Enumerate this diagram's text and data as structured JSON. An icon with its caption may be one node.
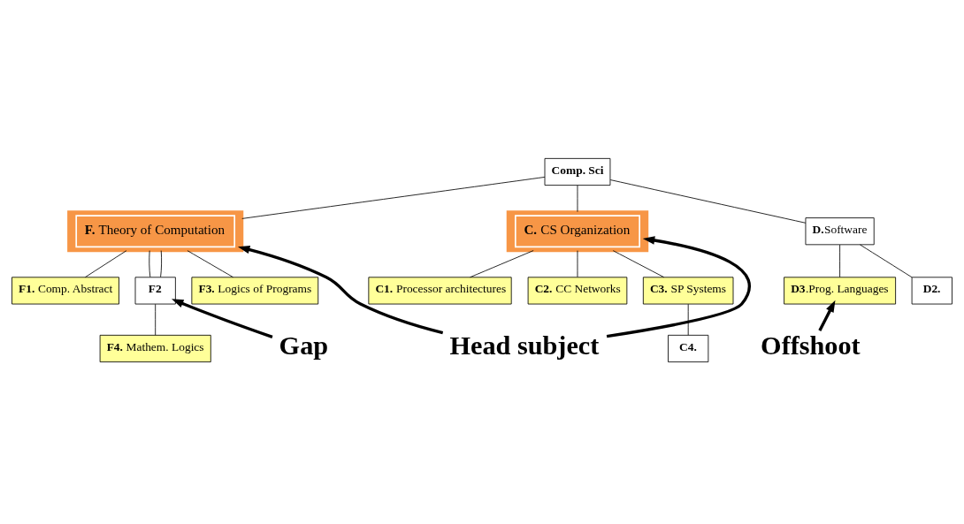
{
  "diagram": {
    "nodes": [
      {
        "text": [
          "**Comp. Sci**"
        ]
      },
      {
        "text": [
          "**F.** Theory of Computation"
        ]
      },
      {
        "text": [
          "**C.** CS Organization"
        ]
      },
      {
        "text": [
          "**D.**Software"
        ]
      },
      {
        "text": [
          "**F1.** Comp. Abstract"
        ]
      },
      {
        "text": [
          "**F2**"
        ]
      },
      {
        "text": [
          "**F3.** Logics of Programs"
        ]
      },
      {
        "text": [
          "**F4.** Mathem. Logics"
        ]
      },
      {
        "text": [
          "**C1.** Processor architectures"
        ]
      },
      {
        "text": [
          "**C2.** CC Networks"
        ]
      },
      {
        "text": [
          "**C3.** SP Systems"
        ]
      },
      {
        "text": [
          "**C4.**"
        ]
      },
      {
        "text": [
          "**D3**.Prog. Languages"
        ]
      },
      {
        "text": [
          "**D2.**"
        ]
      },
      {
        "text": [
          "**Head subject**"
        ]
      },
      {
        "text": [
          "**Gap**"
        ]
      },
      {
        "text": [
          "**Offshoot**"
        ]
      }
    ],
    "edges": [
      {
        "from": 0,
        "to": 1,
        "arrow": "none"
      },
      {
        "from": 0,
        "to": 2,
        "arrow": "none"
      },
      {
        "from": 0,
        "to": 3,
        "arrow": "none"
      },
      {
        "from": 1,
        "to": 4,
        "arrow": "none"
      },
      {
        "from": 1,
        "to": 6,
        "arrow": "none"
      },
      {
        "from": 1,
        "to": 5,
        "arrow": "none"
      },
      {
        "from": 1,
        "to": 5,
        "arrow": "none"
      },
      {
        "from": 5,
        "to": 7,
        "arrow": "none"
      },
      {
        "from": 2,
        "to": 8,
        "arrow": "none"
      },
      {
        "from": 2,
        "to": 9,
        "arrow": "none"
      },
      {
        "from": 2,
        "to": 10,
        "arrow": "none"
      },
      {
        "from": 10,
        "to": 11,
        "arrow": "none"
      },
      {
        "from": 3,
        "to": 12,
        "arrow": "none"
      },
      {
        "from": 3,
        "to": 13,
        "arrow": "none"
      },
      {
        "from": 14,
        "to": 1,
        "arrow": "to",
        "style": "thick"
      },
      {
        "from": 14,
        "to": 2,
        "arrow": "to",
        "style": "thick"
      },
      {
        "from": 15,
        "to": 5,
        "arrow": "to",
        "style": "thick"
      },
      {
        "from": 16,
        "to": 12,
        "arrow": "to",
        "style": "thick"
      }
    ]
  }
}
